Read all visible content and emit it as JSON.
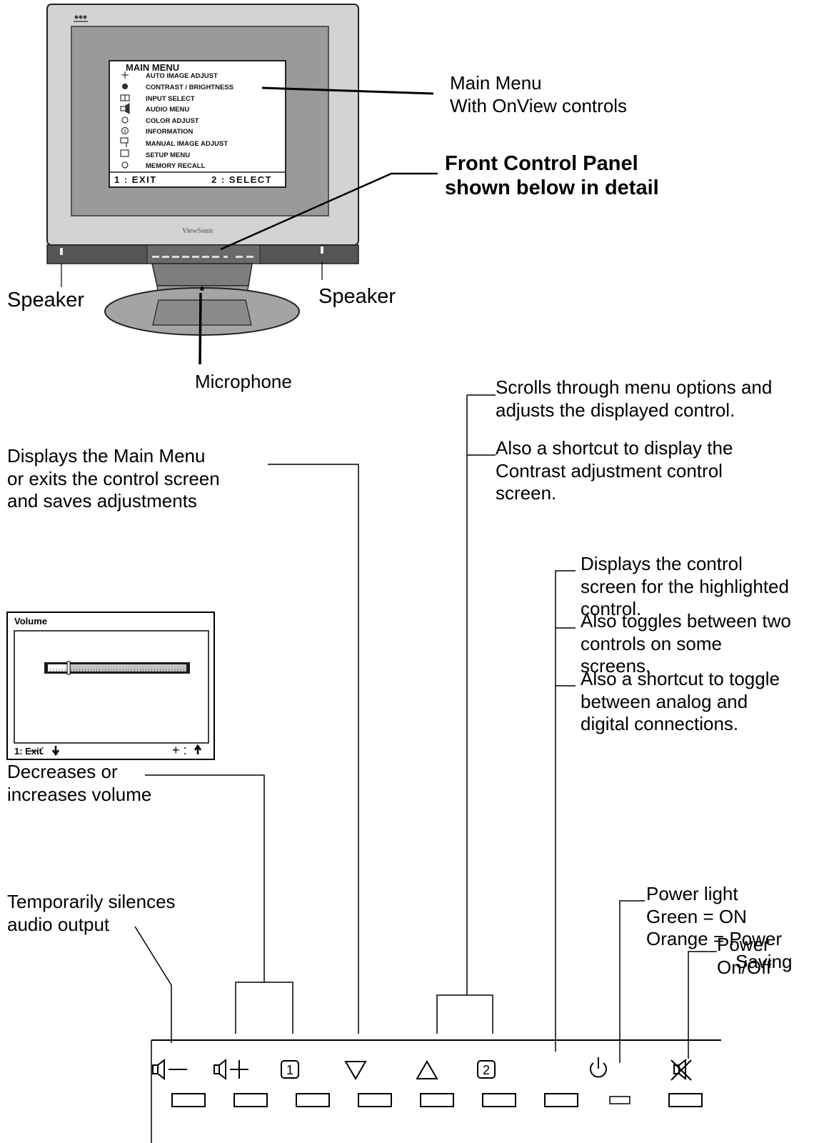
{
  "monitor": {
    "screen_menu": {
      "title": "MAIN MENU",
      "items": [
        "AUTO IMAGE ADJUST",
        "CONTRAST / BRIGHTNESS",
        "INPUT SELECT",
        "AUDIO MENU",
        "COLOR ADJUST",
        "INFORMATION",
        "MANUAL IMAGE ADJUST",
        "SETUP MENU",
        "MEMORY RECALL"
      ],
      "footer_exit": "1 : EXIT",
      "footer_select": "2 : SELECT"
    },
    "brand": "ViewSonic"
  },
  "callouts": {
    "main_menu": [
      "Main Menu",
      "With OnView controls"
    ],
    "front_panel": [
      "Front Control Panel",
      "shown below in detail"
    ],
    "speaker_left": "Speaker",
    "speaker_right": "Speaker",
    "microphone": "Microphone",
    "display_main_menu": [
      "Displays the Main Menu",
      "or exits the control screen",
      "and saves adjustments"
    ],
    "scrolls": [
      "Scrolls through menu options and",
      "adjusts the displayed control."
    ],
    "contrast_shortcut": [
      "Also a shortcut to display the",
      "Contrast adjustment control",
      "screen."
    ],
    "displays_control": [
      "Displays the control",
      "screen for the highlighted",
      "control."
    ],
    "toggles": [
      "Also toggles between two",
      "controls on some",
      "screens."
    ],
    "toggle_analog": [
      "Also a shortcut to toggle",
      "between analog and",
      "digital connections."
    ],
    "volume_desc": [
      "Decreases or",
      "increases volume"
    ],
    "silences": [
      "Temporarily silences",
      "audio output"
    ],
    "power_light": [
      "Power light",
      "Green = ON",
      "Orange = Power",
      "Saving"
    ],
    "power_onoff": [
      "Power",
      "On/Off"
    ]
  },
  "volume_osd": {
    "title": "Volume",
    "minus": "– :",
    "plus": "+ :",
    "exit": "1: Exit",
    "level": 0.15
  },
  "panel_buttons": [
    "speaker-minus-icon",
    "speaker-plus-icon",
    "box-1-icon",
    "triangle-down-icon",
    "triangle-up-icon",
    "box-2-icon",
    "none",
    "power-icon",
    "mute-icon"
  ]
}
